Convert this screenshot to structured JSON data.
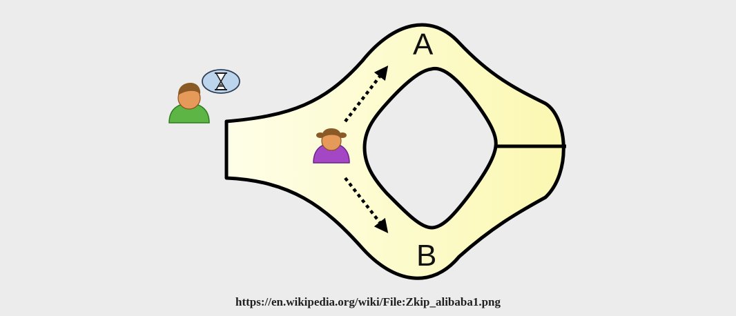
{
  "diagram": {
    "label_a": "A",
    "label_b": "B",
    "source_caption": "https://en.wikipedia.org/wiki/File:Zkip_alibaba1.png"
  },
  "colors": {
    "background": "#ececec",
    "cave_fill": "#fbf8b0",
    "cave_entrance_fill": "#fefee6",
    "cave_stroke": "#000000",
    "verifier_body": "#5cb544",
    "prover_body": "#a347c4",
    "skin": "#e59a5a",
    "hair": "#8a5a26",
    "bubble": "#bcd4ec"
  },
  "icons": {
    "verifier": "person-icon",
    "thought": "hourglass-icon",
    "prover": "person-girl-icon",
    "arrows": "dashed-arrow-icon"
  }
}
